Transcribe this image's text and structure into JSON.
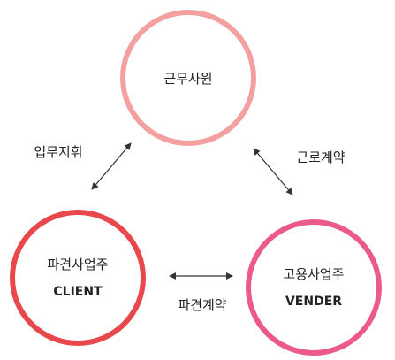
{
  "nodes": {
    "employee": {
      "label": "근무사원",
      "color": "#f4a0a0"
    },
    "client": {
      "label": "파견사업주",
      "sublabel": "CLIENT",
      "color": "#e8474c"
    },
    "vender": {
      "label": "고용사업주",
      "sublabel": "VENDER",
      "color": "#ec5a8c"
    }
  },
  "edges": {
    "work_direction": {
      "label": "업무지휘"
    },
    "labor_contract": {
      "label": "근로계약"
    },
    "dispatch_contract": {
      "label": "파견계약"
    }
  },
  "arrow_color": "#333333"
}
